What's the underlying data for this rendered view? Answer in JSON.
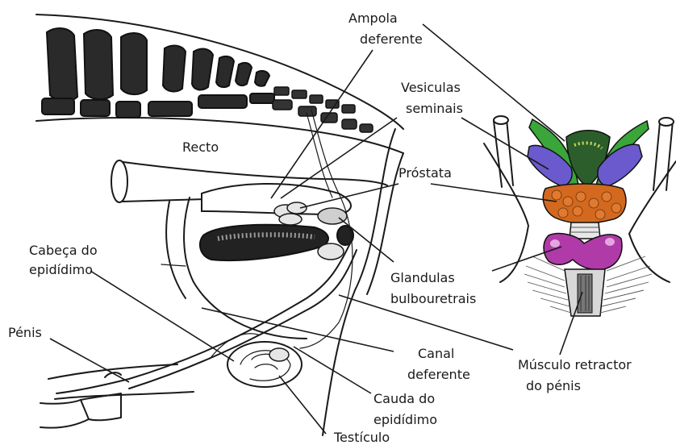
{
  "labels": {
    "ampola_line1": "Ampola",
    "ampola_line2": "deferente",
    "vesiculas_line1": "Vesiculas",
    "vesiculas_line2": "seminais",
    "recto": "Recto",
    "prostata": "Próstata",
    "cabeca_line1": "Cabeça do",
    "cabeca_line2": "epidídimo",
    "glandulas_line1": "Glandulas",
    "glandulas_line2": "bulbouretrais",
    "penis": "Pénis",
    "canal_line1": "Canal",
    "canal_line2": "deferente",
    "musculo_line1": "Músculo retractor",
    "musculo_line2": "do pénis",
    "cauda_line1": "Cauda do",
    "cauda_line2": "epidídimo",
    "testiculo": "Testículo"
  },
  "colors": {
    "ampola": "#3aa63a",
    "vesiculas": "#6a5acd",
    "prostata": "#d2691e",
    "bulbouretrais": "#b03aa8",
    "vertebrae": "#2a2a2a"
  },
  "icons": [
    "sagittal-anatomy-illustration",
    "dorsal-accessory-glands-illustration"
  ]
}
